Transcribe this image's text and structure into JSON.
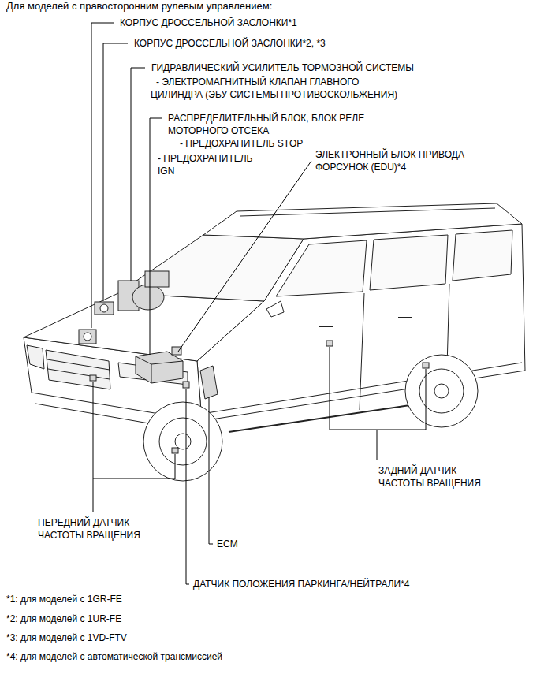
{
  "diagram": {
    "title": "Для моделей с правосторонним рулевым управлением:",
    "labels": [
      "КОРПУС ДРОССЕЛЬНОЙ ЗАСЛОНКИ*1",
      "КОРПУС ДРОССЕЛЬНОЙ ЗАСЛОНКИ*2, *3",
      "ГИДРАВЛИЧЕСКИЙ УСИЛИТЕЛЬ ТОРМОЗНОЙ СИСТЕМЫ",
      "- ЭЛЕКТРОМАГНИТНЫЙ КЛАПАН ГЛАВНОГО ЦИЛИНДРА (ЭБУ СИСТЕМЫ ПРОТИВОСКОЛЬЖЕНИЯ)",
      "РАСПРЕДЕЛИТЕЛЬНЫЙ БЛОК, БЛОК РЕЛЕ МОТОРНОГО ОТСЕКА",
      "- ПРЕДОХРАНИТЕЛЬ STOP",
      "- ПРЕДОХРАНИТЕЛЬ IGN",
      "ЭЛЕКТРОННЫЙ БЛОК ПРИВОДА ФОРСУНОК (EDU)*4",
      "ЗАДНИЙ ДАТЧИК ЧАСТОТЫ ВРАЩЕНИЯ",
      "ПЕРЕДНИЙ ДАТЧИК ЧАСТОТЫ ВРАЩЕНИЯ",
      "ECM",
      "ДАТЧИК ПОЛОЖЕНИЯ ПАРКИНГА/НЕЙТРАЛИ*4",
      "*1: для моделей с 1GR-FE",
      "*2: для моделей с 1UR-FE",
      "*3: для моделей с 1VD-FTV",
      "*4: для моделей с автоматической трансмиссией"
    ]
  }
}
